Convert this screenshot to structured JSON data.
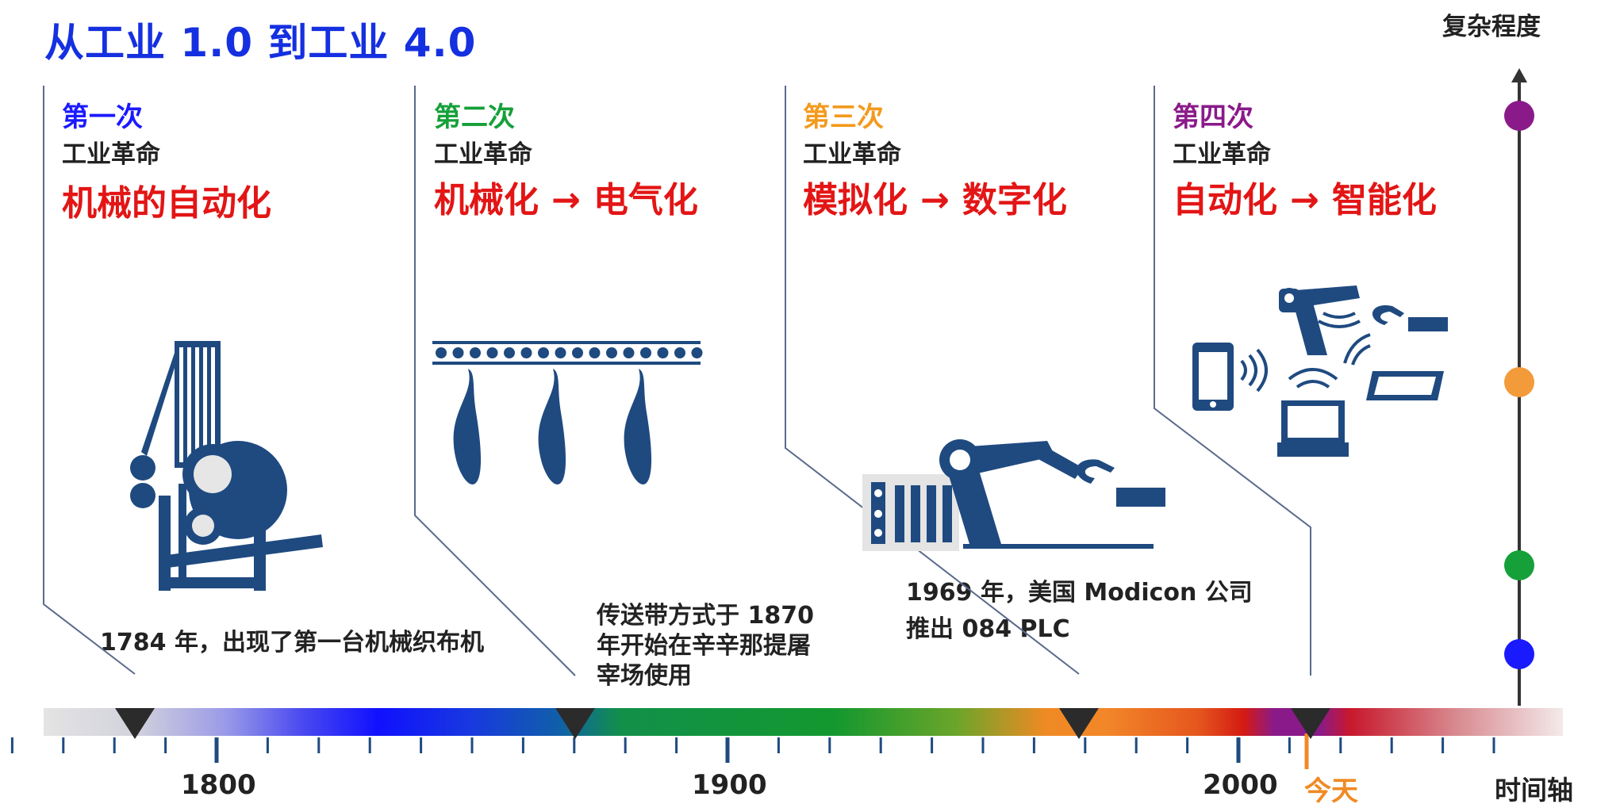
{
  "title": "从工业 1.0 到工业 4.0",
  "complexity_label": "复杂程度",
  "axis_label": "时间轴",
  "revolutions": [
    {
      "number": "第一次",
      "subtitle": "工业革命",
      "desc_from": "机械的自动化",
      "desc_to": "",
      "color": "#1a1aff"
    },
    {
      "number": "第二次",
      "subtitle": "工业革命",
      "desc_from": "机械化",
      "desc_to": "电气化",
      "color": "#16a03a"
    },
    {
      "number": "第三次",
      "subtitle": "工业革命",
      "desc_from": "模拟化",
      "desc_to": "数字化",
      "color": "#f39a1e"
    },
    {
      "number": "第四次",
      "subtitle": "工业革命",
      "desc_from": "自动化",
      "desc_to": "智能化",
      "color": "#8a1a8a"
    }
  ],
  "arrow_symbol": "→",
  "events": {
    "e1784": "1784 年，出现了第一台机械织布机",
    "e1870_line1": "传送带方式于 1870",
    "e1870_line2": "年开始在辛辛那提屠",
    "e1870_line3": "宰场使用",
    "e1969_line1": "1969 年，美国 Modicon 公司",
    "e1969_line2": "推出 084 PLC"
  },
  "ticks": {
    "t1800": "1800",
    "t1900": "1900",
    "t2000": "2000",
    "today": "今天"
  },
  "colors": {
    "accent_blue": "#1530e0",
    "red": "#e31515",
    "icon_navy": "#1f4a80",
    "marker_dark": "#2b2b2b"
  },
  "icons": [
    "loom-icon",
    "conveyor-meat-icon",
    "plc-robot-arm-icon",
    "smart-devices-robot-icon"
  ]
}
